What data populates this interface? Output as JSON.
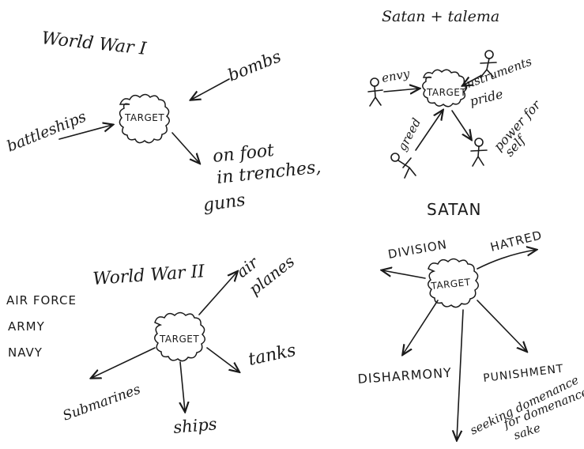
{
  "ww1": {
    "title": "World War I",
    "target": "TARGET",
    "bombs": "bombs",
    "battleships": "battleships",
    "foot_line1": "on foot",
    "foot_line2": "in trenches,",
    "foot_line3": "guns"
  },
  "satan_talema": {
    "title": "Satan + talema",
    "target": "TARGET",
    "envy": "envy",
    "instruments": "instruments",
    "pride": "pride",
    "greed": "greed",
    "power_line1": "power for",
    "power_line2": "self"
  },
  "ww2": {
    "title": "World War II",
    "target": "TARGET",
    "airplanes_line1": "air",
    "airplanes_line2": "planes",
    "tanks": "tanks",
    "ships": "ships",
    "submarines": "Submarines",
    "forces": [
      "AIR FORCE",
      "ARMY",
      "NAVY"
    ]
  },
  "satan": {
    "title": "SATAN",
    "target": "TARGET",
    "division": "DIVISION",
    "hatred": "HATRED",
    "disharmony": "DISHARMONY",
    "punishment": "PUNISHMENT",
    "seeking_line1": "seeking domenance",
    "seeking_line2": "for domenance",
    "seeking_line3": "sake"
  }
}
